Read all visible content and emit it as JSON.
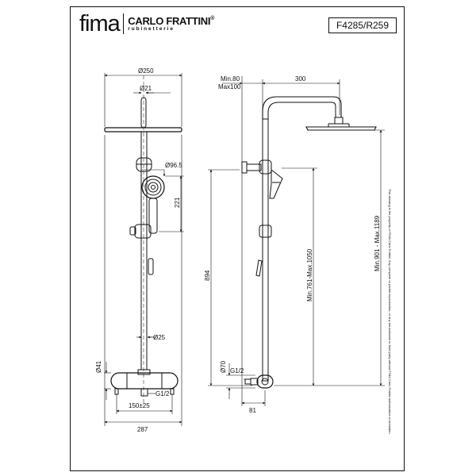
{
  "brand": {
    "logo": "fima",
    "name": "CARLO FRATTINI",
    "trademark": "®",
    "subtitle": "rubinetterie"
  },
  "product_code": "F4285/R259",
  "disclaimer": "This drawing is the property of FIMA Carlo Frattini. Any complete or partial reproduction, or any transmission to third party without FIMA Carlo Frattini authorization is forbidden.",
  "front_view": {
    "dims": {
      "head_diameter": "Ø250",
      "arm_diameter": "Ø21",
      "handshower_diameter": "Ø96.5",
      "slide_height": "221",
      "pipe_diameter": "Ø25",
      "body_diameter": "Ø41",
      "thread": "G1/2",
      "centres": "150±25",
      "overall_width": "287"
    }
  },
  "side_view": {
    "dims": {
      "wall_min": "Min.80",
      "wall_max": "Max100",
      "projection": "300",
      "bar_height": "894",
      "range_min_max": "Min.761-Max.1050",
      "total_min_max": "Min.901 - Max.1189",
      "eccentric_diameter": "Ø70",
      "thread": "G1/2",
      "depth": "81"
    }
  },
  "colors": {
    "line": "#111111",
    "dim": "#222222",
    "background": "#ffffff"
  }
}
